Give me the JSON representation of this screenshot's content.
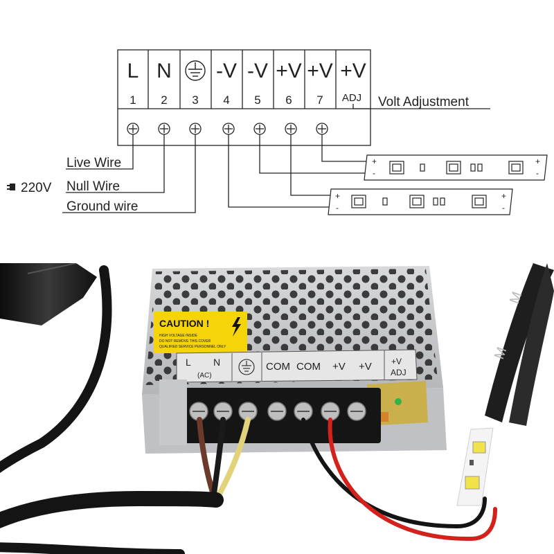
{
  "terminals": [
    {
      "symbol": "L",
      "number": "1"
    },
    {
      "symbol": "N",
      "number": "2"
    },
    {
      "symbol": "",
      "number": "3",
      "icon": "ground-icon"
    },
    {
      "symbol": "-V",
      "number": "4"
    },
    {
      "symbol": "-V",
      "number": "5"
    },
    {
      "symbol": "+V",
      "number": "6"
    },
    {
      "symbol": "+V",
      "number": "7"
    },
    {
      "symbol": "+V",
      "number": "ADJ"
    }
  ],
  "labels": {
    "volt_adjustment": "Volt Adjustment",
    "live_wire": "Live Wire",
    "null_wire": "Null Wire",
    "ground_wire": "Ground wire",
    "mains": "220V"
  },
  "strip_marks": {
    "plus": "+",
    "minus": "-"
  },
  "photo": {
    "caution_title": "CAUTION !",
    "caution_lines": [
      "HIGH VOLTAGE INSIDE",
      "DO NOT REMOVE THIS COVER",
      "QUALIFIED SERVICE PERSONNEL ONLY"
    ],
    "terminal_labels": [
      "L",
      "N",
      "COM",
      "COM",
      "+V",
      "+V"
    ],
    "ac_label": "(AC)",
    "adj_label_top": "+V",
    "adj_label_bottom": "ADJ",
    "tape_text": "M"
  },
  "colors": {
    "line": "#222222",
    "caution_yellow": "#f5d40a",
    "psu_metal": "#c9cacc",
    "wire_red": "#d3221c",
    "wire_brown": "#6b3a2a",
    "wire_yellow": "#e2d27a",
    "cable_black": "#141414",
    "led_yellow": "#f2e34a"
  }
}
